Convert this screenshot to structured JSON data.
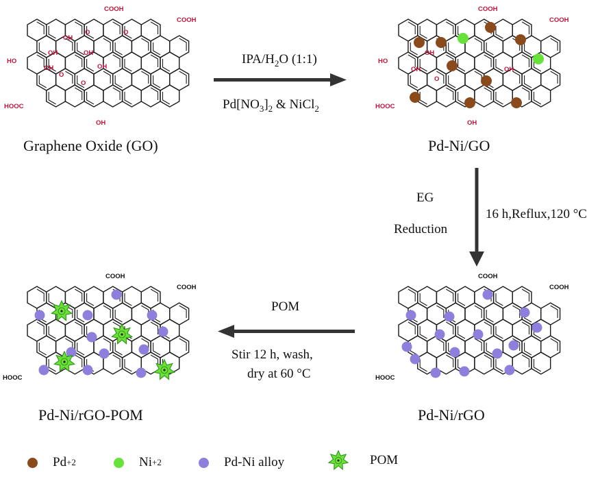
{
  "colors": {
    "pd": "#8b4a1c",
    "ni": "#66e23a",
    "alloy": "#8e7fdc",
    "pom": "#6ee03a",
    "arrow": "#333333",
    "functional_group": "#c0143c"
  },
  "labels": {
    "go": "Graphene Oxide (GO)",
    "pdni_go": "Pd-Ni/GO",
    "pdni_rgo": "Pd-Ni/rGO",
    "pdni_rgo_pom": "Pd-Ni/rGO-POM"
  },
  "step1": {
    "top_prefix": "IPA/H",
    "top_sub": "2",
    "top_suffix": "O (1:1)",
    "bottom_a": "Pd[NO",
    "bottom_sub1": "3",
    "bottom_b": "]",
    "bottom_sub2": "2",
    "bottom_c": " & NiCl",
    "bottom_sub3": "2"
  },
  "step2": {
    "left_line1": "EG",
    "left_line2": "Reduction",
    "right": "16 h,Reflux,120 °C"
  },
  "step3": {
    "top": "POM",
    "bottom_line1": "Stir 12 h, wash,",
    "bottom_line2": "dry at 60 °C"
  },
  "functional_groups": {
    "cooh": "COOH",
    "hooc": "HOOC",
    "oh": "OH",
    "ho": "HO",
    "o": "O"
  },
  "legend": [
    {
      "label": "Pd",
      "sup": "+2",
      "icon": "pd-dot"
    },
    {
      "label": "Ni",
      "sup": "+2",
      "icon": "ni-dot"
    },
    {
      "label": "Pd-Ni alloy",
      "sup": "",
      "icon": "alloy-dot"
    },
    {
      "label": "POM",
      "sup": "",
      "icon": "pom-star"
    }
  ]
}
